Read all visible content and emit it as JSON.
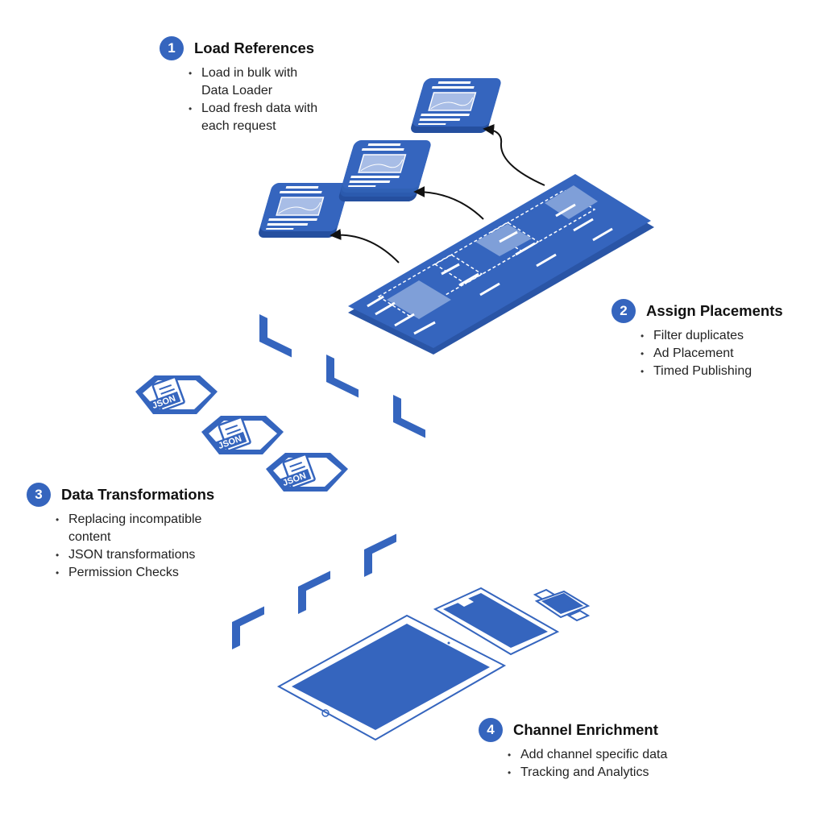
{
  "colors": {
    "brand_blue": "#3565be",
    "card_light": "#8aa8dc",
    "arrow": "#111111",
    "text": "#1a1a1a"
  },
  "steps": [
    {
      "number": "1",
      "title": "Load References",
      "bullets": [
        "Load in bulk with Data Loader",
        "Load fresh data with each request"
      ]
    },
    {
      "number": "2",
      "title": "Assign Placements",
      "bullets": [
        "Filter duplicates",
        "Ad Placement",
        "Timed Publishing"
      ]
    },
    {
      "number": "3",
      "title": "Data Transformations",
      "bullets": [
        "Replacing incompatible content",
        "JSON transformations",
        "Permission Checks"
      ]
    },
    {
      "number": "4",
      "title": "Channel Enrichment",
      "bullets": [
        "Add channel specific data",
        "Tracking and Analytics"
      ]
    }
  ],
  "json_badges": [
    "JSON",
    "JSON",
    "JSON"
  ],
  "icons": [
    "reference-card-icon",
    "publishing-board-icon",
    "json-file-icon",
    "chevron-arrow-icon",
    "tablet-icon",
    "phone-icon",
    "watch-icon"
  ]
}
